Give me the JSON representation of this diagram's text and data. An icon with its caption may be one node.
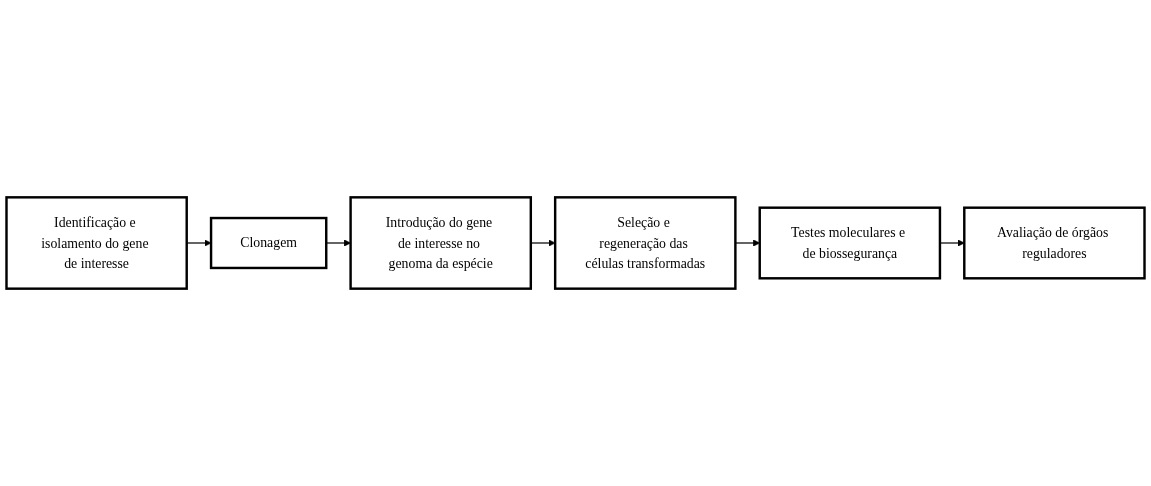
{
  "diagram": {
    "nodes": [
      {
        "text": [
          "Identificação e isolamento do gene de interesse"
        ]
      },
      {
        "text": [
          "Clonagem"
        ]
      },
      {
        "text": [
          "Introdução do gene de interesse no genoma da espécie"
        ]
      },
      {
        "text": [
          "Seleção e regeneração das células transformadas"
        ]
      },
      {
        "text": [
          "Testes moleculares e de biossegurança"
        ]
      },
      {
        "text": [
          "Avaliação de órgãos reguladores"
        ]
      }
    ],
    "edges": [
      {
        "from": 0,
        "to": 1,
        "arrow": "to"
      },
      {
        "from": 1,
        "to": 2,
        "arrow": "to"
      },
      {
        "from": 2,
        "to": 3,
        "arrow": "to"
      },
      {
        "from": 3,
        "to": 4,
        "arrow": "to"
      },
      {
        "from": 4,
        "to": 5,
        "arrow": "to"
      }
    ]
  }
}
